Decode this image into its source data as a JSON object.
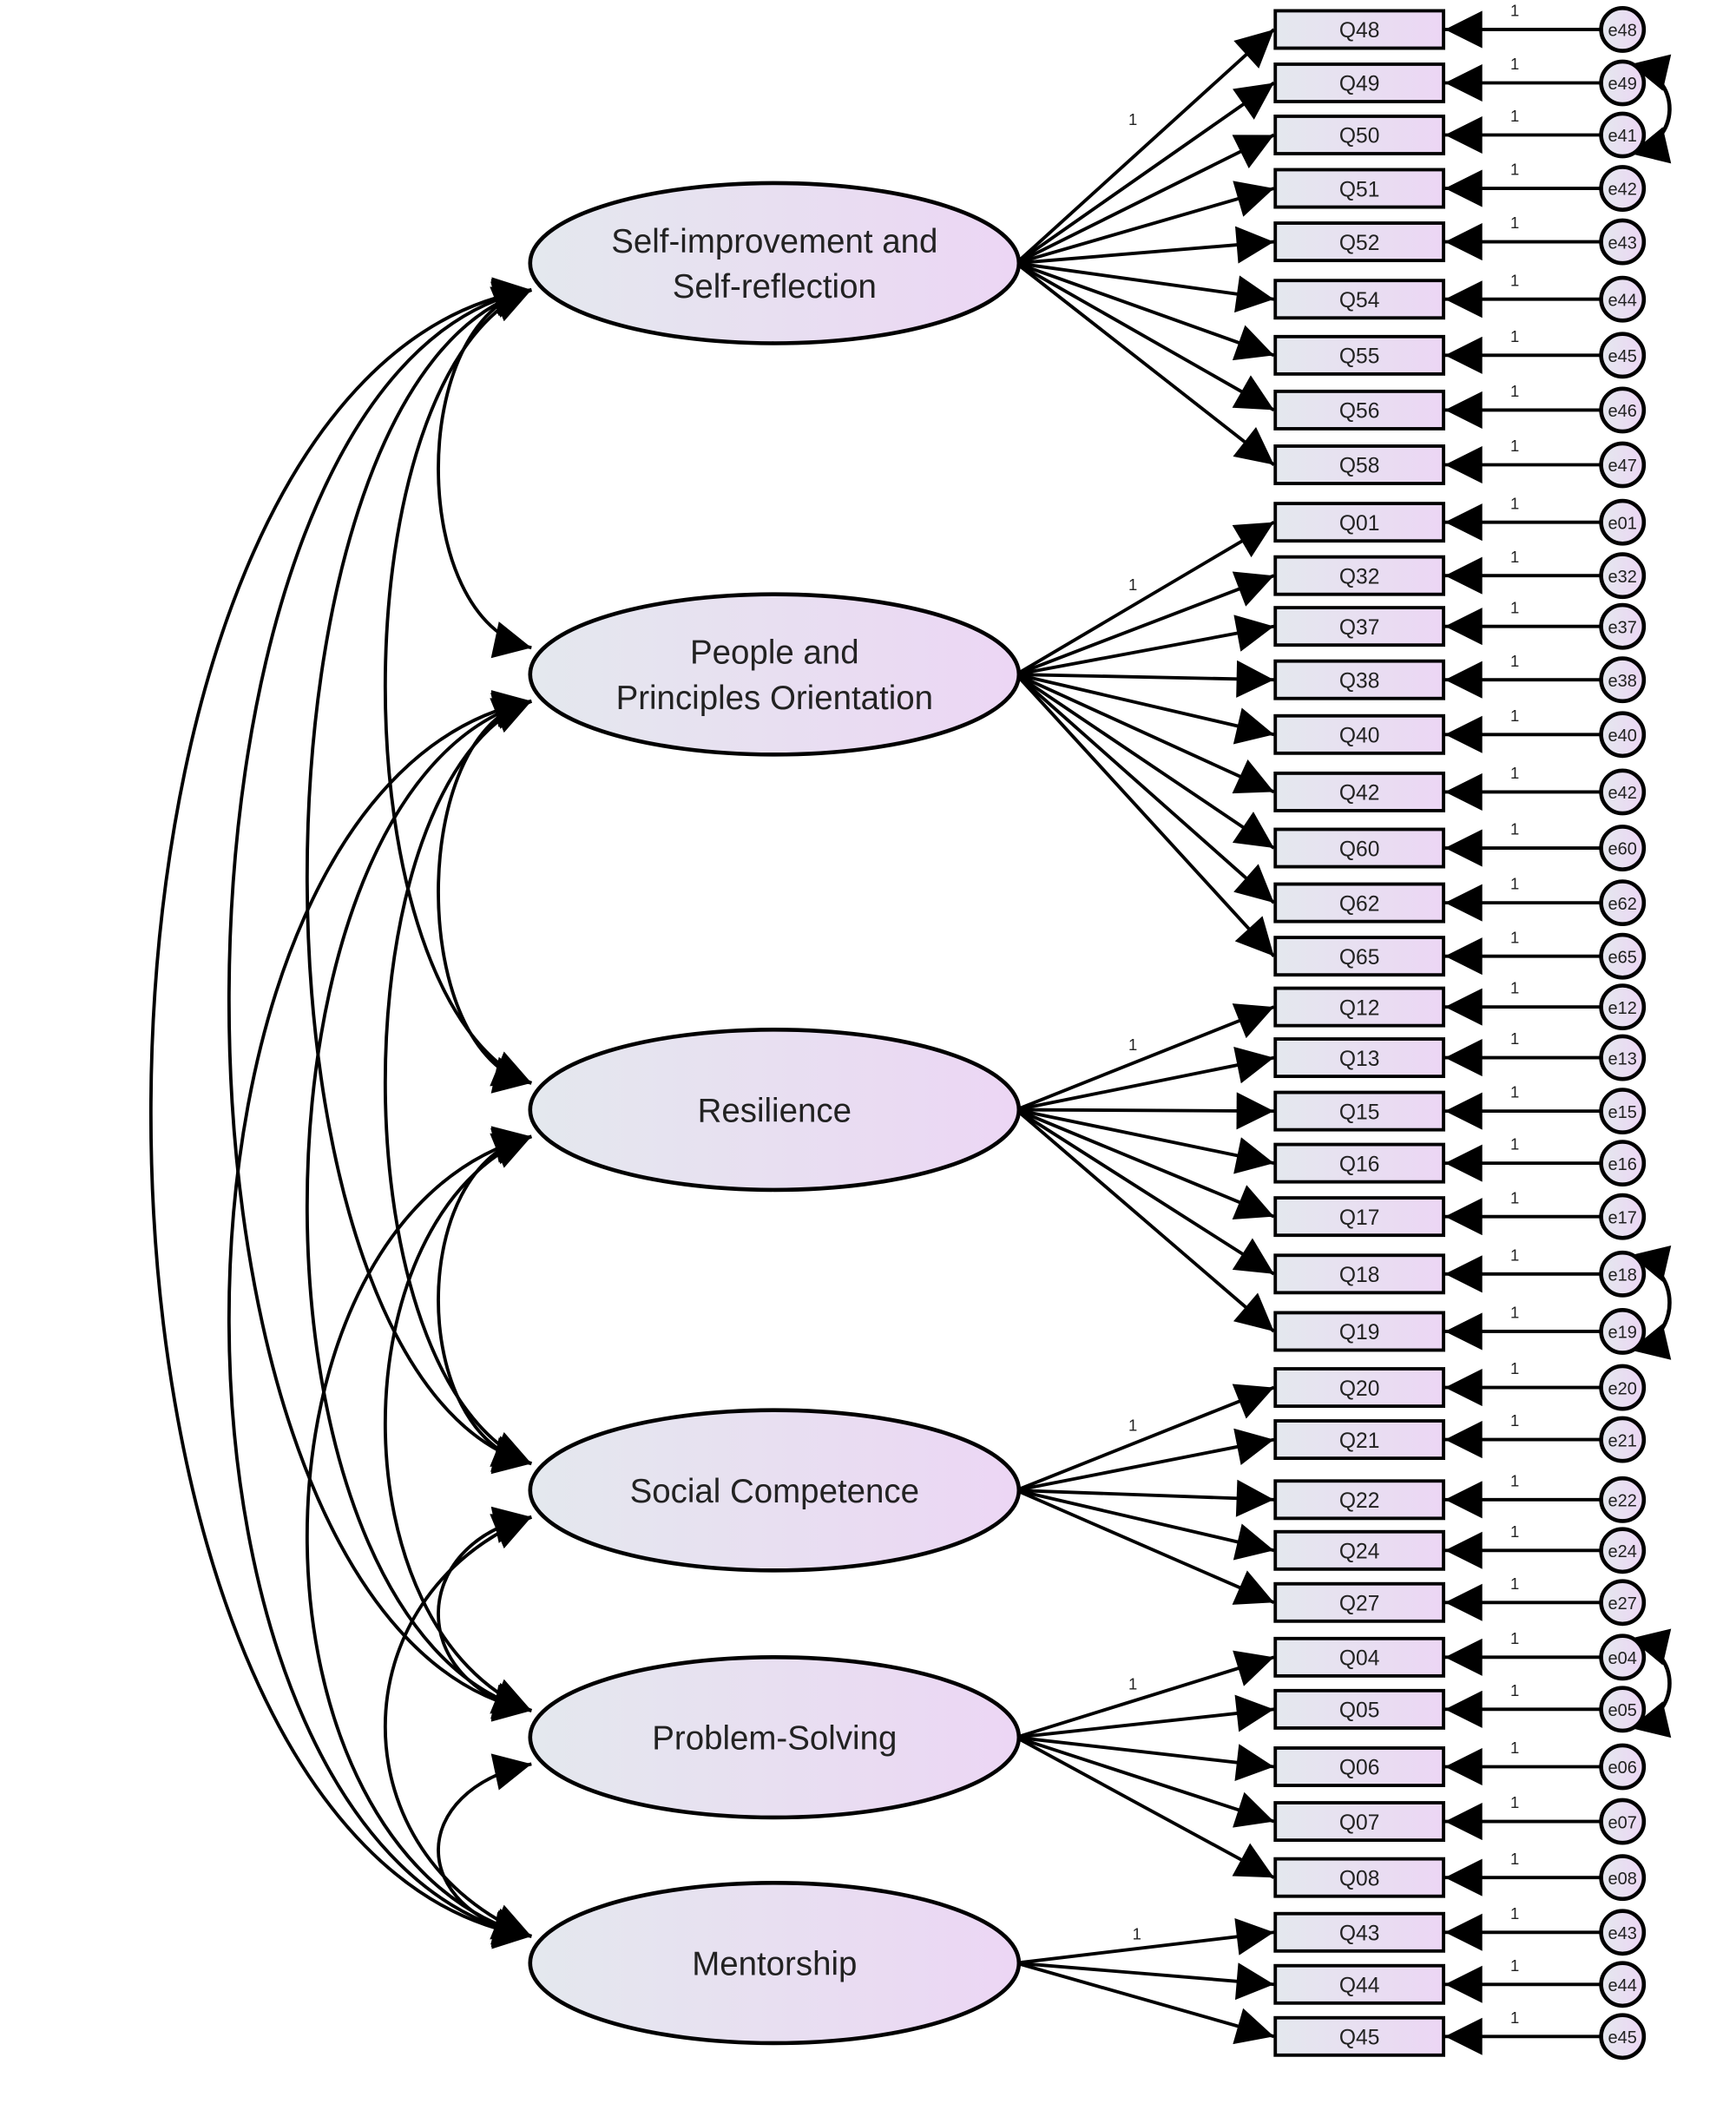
{
  "diagram_title": "",
  "fixed_loading_label": "1",
  "factors": [
    {
      "name": "self-improvement",
      "lines": [
        "Self-improvement and",
        "Self-reflection"
      ],
      "indicators": [
        [
          "Q48",
          "e48"
        ],
        [
          "Q49",
          "e49"
        ],
        [
          "Q50",
          "e41"
        ],
        [
          "Q51",
          "e42"
        ],
        [
          "Q52",
          "e43"
        ],
        [
          "Q54",
          "e44"
        ],
        [
          "Q55",
          "e45"
        ],
        [
          "Q56",
          "e46"
        ],
        [
          "Q58",
          "e47"
        ]
      ]
    },
    {
      "name": "people-principles",
      "lines": [
        "People and",
        "Principles Orientation"
      ],
      "indicators": [
        [
          "Q01",
          "e01"
        ],
        [
          "Q32",
          "e32"
        ],
        [
          "Q37",
          "e37"
        ],
        [
          "Q38",
          "e38"
        ],
        [
          "Q40",
          "e40"
        ],
        [
          "Q42",
          "e42"
        ],
        [
          "Q60",
          "e60"
        ],
        [
          "Q62",
          "e62"
        ],
        [
          "Q65",
          "e65"
        ]
      ]
    },
    {
      "name": "resilience",
      "lines": [
        "Resilience"
      ],
      "indicators": [
        [
          "Q12",
          "e12"
        ],
        [
          "Q13",
          "e13"
        ],
        [
          "Q15",
          "e15"
        ],
        [
          "Q16",
          "e16"
        ],
        [
          "Q17",
          "e17"
        ],
        [
          "Q18",
          "e18"
        ],
        [
          "Q19",
          "e19"
        ]
      ]
    },
    {
      "name": "social-competence",
      "lines": [
        "Social Competence"
      ],
      "indicators": [
        [
          "Q20",
          "e20"
        ],
        [
          "Q21",
          "e21"
        ],
        [
          "Q22",
          "e22"
        ],
        [
          "Q24",
          "e24"
        ],
        [
          "Q27",
          "e27"
        ]
      ]
    },
    {
      "name": "problem-solving",
      "lines": [
        "Problem-Solving"
      ],
      "indicators": [
        [
          "Q04",
          "e04"
        ],
        [
          "Q05",
          "e05"
        ],
        [
          "Q06",
          "e06"
        ],
        [
          "Q07",
          "e07"
        ],
        [
          "Q08",
          "e08"
        ]
      ]
    },
    {
      "name": "mentorship",
      "lines": [
        "Mentorship"
      ],
      "indicators": [
        [
          "Q43",
          "e43"
        ],
        [
          "Q44",
          "e44"
        ],
        [
          "Q45",
          "e45"
        ]
      ]
    }
  ],
  "error_covariances": [
    [
      "e49",
      "e41"
    ],
    [
      "e18",
      "e19"
    ],
    [
      "e04",
      "e05"
    ]
  ],
  "colors": {
    "node_fill_start": "#e4e8ee",
    "node_fill_end": "#ead8f2",
    "stroke": "#000000"
  }
}
